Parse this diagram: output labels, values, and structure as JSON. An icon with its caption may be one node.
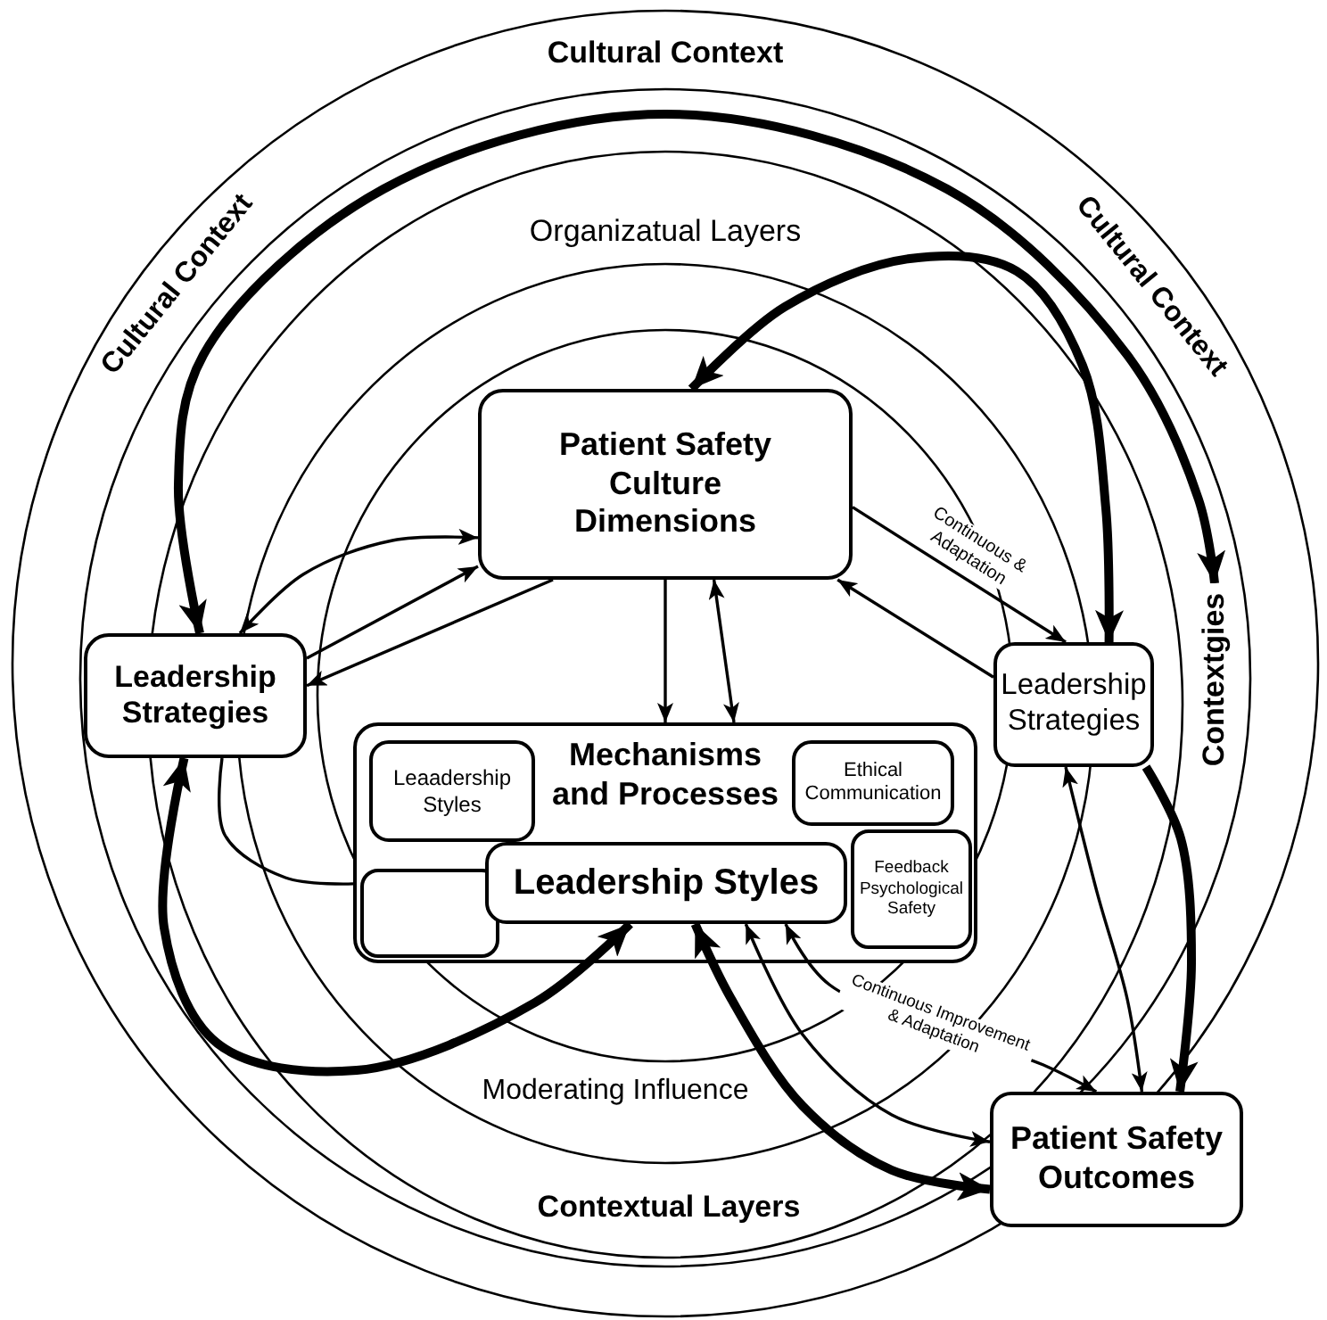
{
  "diagram": {
    "nodes": [
      {
        "text": [
          "Patient Safety Culture Dimensions"
        ]
      },
      {
        "text": [
          "Leadership Strategies"
        ]
      },
      {
        "text": [
          "Leadership Strategies"
        ]
      },
      {
        "text": [
          "Mechanisms and Processes"
        ]
      },
      {
        "text": [
          "Leaadership Styles"
        ],
        "in": 3
      },
      {
        "text": [
          "Ethical Communication"
        ],
        "in": 3
      },
      {
        "text": [],
        "shape": "box",
        "in": 3
      },
      {
        "text": [
          "Leadership Styles"
        ],
        "in": 3
      },
      {
        "text": [
          "Feedback Psychological Safety"
        ],
        "in": 3
      },
      {
        "text": [
          "Patient Safety Outcomes"
        ]
      },
      {
        "text": [
          "Contextgies"
        ]
      }
    ],
    "edges": [
      {
        "from": 1,
        "to": 10,
        "arrow": "both",
        "style": "thick"
      },
      {
        "from": 0,
        "to": 2,
        "arrow": "both",
        "style": "thick"
      },
      {
        "from": 1,
        "to": 0,
        "arrow": "both"
      },
      {
        "from": 1,
        "to": 0,
        "arrow": "to"
      },
      {
        "from": 0,
        "to": 1,
        "arrow": "to"
      },
      {
        "from": 0,
        "to": 3,
        "arrow": "to"
      },
      {
        "from": 3,
        "to": 0,
        "arrow": "both"
      },
      {
        "from": 2,
        "to": 0,
        "arrow": "to"
      },
      {
        "from": 0,
        "to": 2,
        "arrow": "to",
        "label": "Continuous & Adaptation"
      },
      {
        "from": 1,
        "to": 3,
        "arrow": "none"
      },
      {
        "from": 1,
        "to": 7,
        "arrow": "both",
        "style": "thick"
      },
      {
        "from": 7,
        "to": 9,
        "arrow": "both",
        "style": "thick"
      },
      {
        "from": 7,
        "to": 9,
        "arrow": "both"
      },
      {
        "from": 7,
        "to": 9,
        "arrow": "both",
        "label": "Continuous Improvement & Adaptation"
      },
      {
        "from": 2,
        "to": 9,
        "arrow": "both"
      },
      {
        "from": 2,
        "to": 9,
        "arrow": "to",
        "style": "thick"
      }
    ],
    "labels": [
      "Cultural Context",
      "Cultural Context",
      "Cultural Context",
      "Organizatual Layers",
      "Moderating Influence",
      "Contextual Layers"
    ]
  }
}
